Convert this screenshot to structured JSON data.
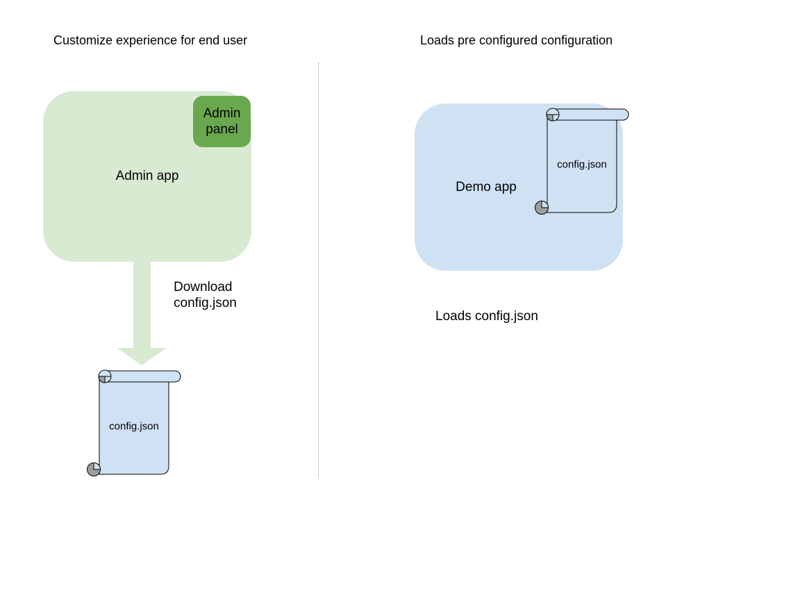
{
  "titles": {
    "left": "Customize experience for end user",
    "right": "Loads pre configured configuration"
  },
  "left_panel": {
    "admin_app_label": "Admin app",
    "admin_panel_label": "Admin panel",
    "arrow_label": "Download\nconfig.json",
    "file_label": "config.json"
  },
  "right_panel": {
    "demo_app_label": "Demo app",
    "file_label": "config.json",
    "caption": "Loads config.json"
  },
  "colors": {
    "admin_app_fill": "#d9ead3",
    "admin_panel_fill": "#6aa84f",
    "arrow_fill": "#d9ead3",
    "demo_app_fill": "#cfe2f3",
    "scroll_fill": "#cfe2f3",
    "scroll_outline": "#000000",
    "scroll_curl_gray": "#9e9e9e",
    "divider_color": "#999999",
    "text_color": "#000000",
    "background": "#ffffff"
  }
}
